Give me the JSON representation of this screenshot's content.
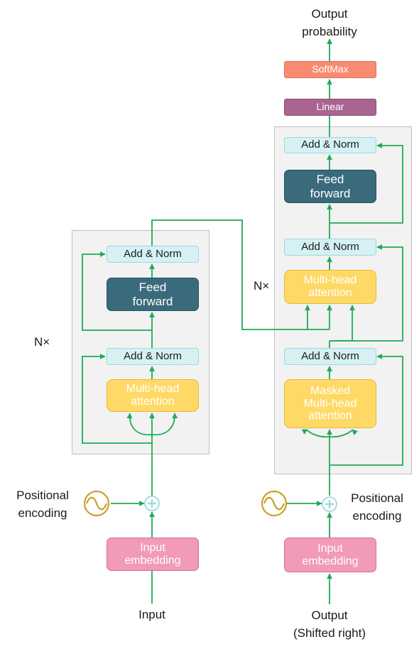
{
  "encoder": {
    "add_norm_top": "Add & Norm",
    "feed_forward": [
      "Feed",
      "forward"
    ],
    "add_norm_bottom": "Add & Norm",
    "attention": [
      "Multi-head",
      "attention"
    ],
    "repeat": "N×",
    "embedding": [
      "Input",
      "embedding"
    ],
    "positional": [
      "Positional",
      "encoding"
    ],
    "input": "Input"
  },
  "decoder": {
    "add_norm_top": "Add & Norm",
    "feed_forward": [
      "Feed",
      "forward"
    ],
    "add_norm_mid": "Add & Norm",
    "attention": [
      "Multi-head",
      "attention"
    ],
    "add_norm_bottom": "Add & Norm",
    "masked_attention": [
      "Masked",
      "Multi-head",
      "attention"
    ],
    "repeat": "N×",
    "embedding": [
      "Input",
      "embedding"
    ],
    "positional": [
      "Positional",
      "encoding"
    ],
    "output": [
      "Output",
      "(Shifted right)"
    ]
  },
  "head": {
    "linear": "Linear",
    "softmax": "SoftMax",
    "output": [
      "Output",
      "probability"
    ]
  },
  "colors": {
    "arrow": "#1faa59",
    "add_norm": "#d6f1f4",
    "feed_forward": "#3a6b7c",
    "attention": "#ffd966",
    "embedding": "#f19ab9",
    "linear": "#a9658f",
    "softmax": "#f98b73",
    "positional_wave": "#c9a227"
  },
  "icons": {
    "positional": "sine-wave-icon",
    "sum": "plus-circle-icon"
  }
}
